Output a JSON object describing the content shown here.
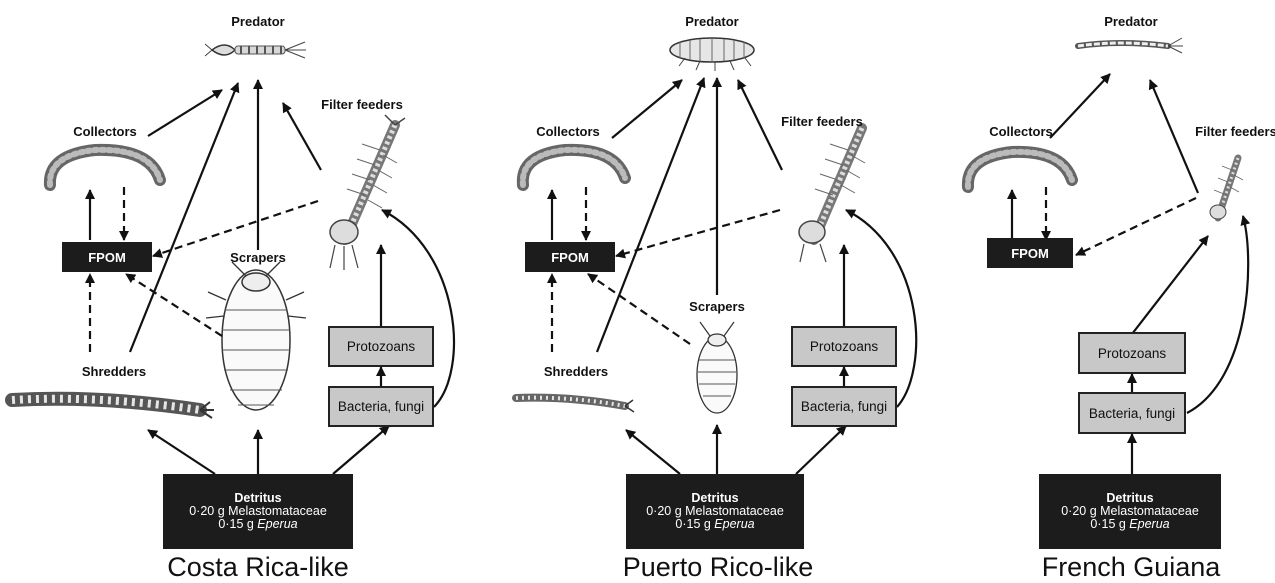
{
  "panels": [
    {
      "title": "Costa Rica-like",
      "predator": "Predator",
      "collectors": "Collectors",
      "filter_feeders": "Filter feeders",
      "scrapers": "Scrapers",
      "shredders": "Shredders",
      "fpom": "FPOM",
      "protozoans": "Protozoans",
      "bacteria": "Bacteria, fungi",
      "detritus_title": "Detritus",
      "detritus_line1": "0·20 g Melastomataceae",
      "detritus_line2_amount": "0·15 g ",
      "detritus_line2_taxon": "Eperua"
    },
    {
      "title": "Puerto Rico-like",
      "predator": "Predator",
      "collectors": "Collectors",
      "filter_feeders": "Filter feeders",
      "scrapers": "Scrapers",
      "shredders": "Shredders",
      "fpom": "FPOM",
      "protozoans": "Protozoans",
      "bacteria": "Bacteria, fungi",
      "detritus_title": "Detritus",
      "detritus_line1": "0·20 g Melastomataceae",
      "detritus_line2_amount": "0·15 g ",
      "detritus_line2_taxon": "Eperua"
    },
    {
      "title": "French Guiana",
      "predator": "Predator",
      "collectors": "Collectors",
      "filter_feeders": "Filter feeders",
      "fpom": "FPOM",
      "protozoans": "Protozoans",
      "bacteria": "Bacteria, fungi",
      "detritus_title": "Detritus",
      "detritus_line1": "0·20 g Melastomataceae",
      "detritus_line2_amount": "0·15 g ",
      "detritus_line2_taxon": "Eperua"
    }
  ],
  "colors": {
    "dark_box": "#1c1c1c",
    "grey_box": "#c8c8c8",
    "arrow": "#111111"
  },
  "icons": [
    "predator-larva-icon",
    "collector-larva-icon",
    "filter-feeder-larva-icon",
    "scraper-larva-icon",
    "shredder-larva-icon"
  ]
}
